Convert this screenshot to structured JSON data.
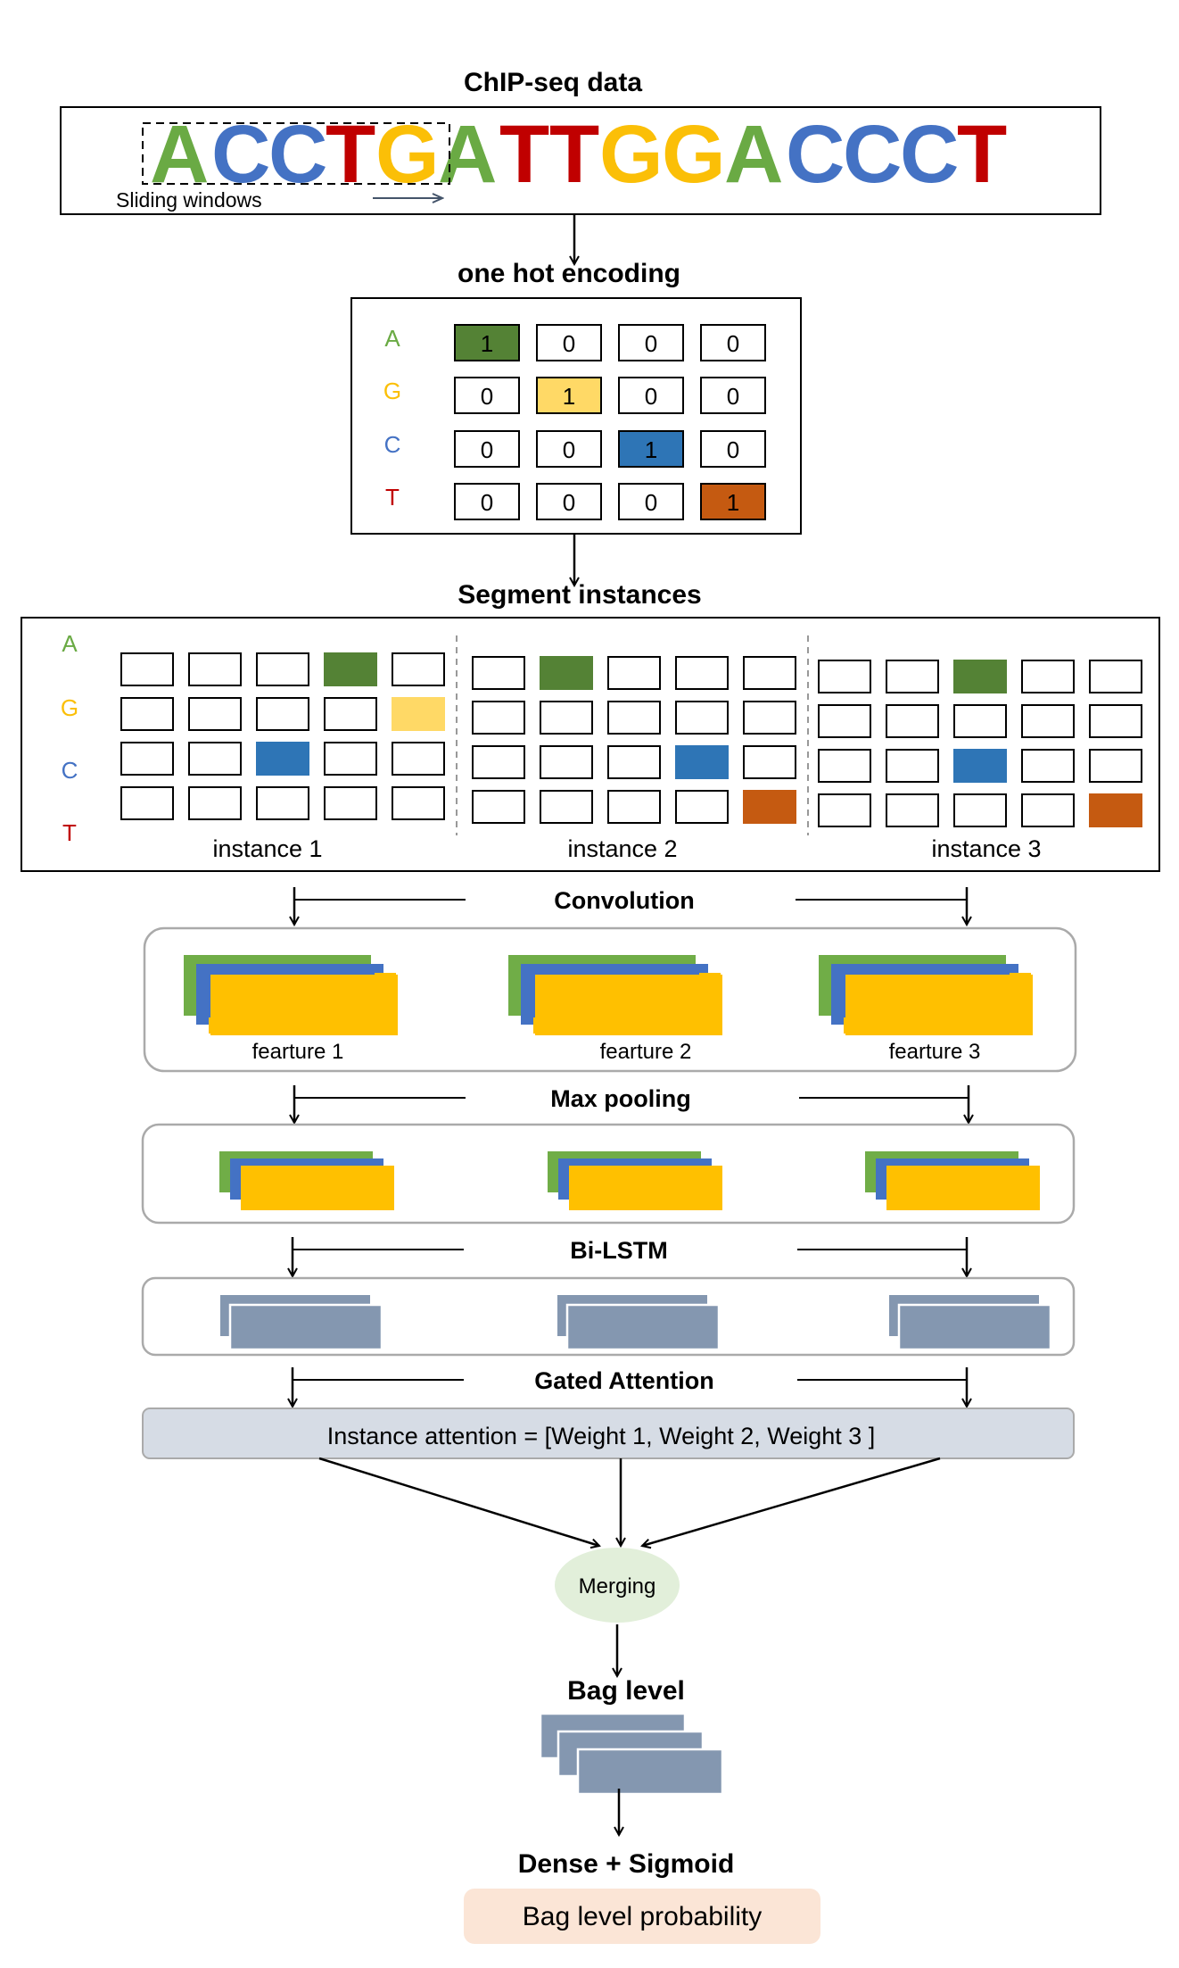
{
  "colors": {
    "A": "#6aaa44",
    "G": "#fbbf07",
    "C": "#4472c4",
    "T": "#c00000",
    "onehot_A": "#548235",
    "onehot_G": "#ffd966",
    "onehot_C": "#2e75b6",
    "onehot_T": "#c55a11",
    "feature_green": "#70ad47",
    "feature_blue": "#4472c4",
    "feature_yellow": "#ffc000",
    "lstm_gray": "#8497b0",
    "attention_bg": "#d6dce5",
    "merge_bg": "#e2efda",
    "prob_bg": "#fbe5d6"
  },
  "chip": {
    "title": "ChIP-seq data",
    "sequence": [
      "A",
      "C",
      "C",
      "T",
      "G",
      "A",
      "T",
      "T",
      "G",
      "G",
      "A",
      "C",
      "C",
      "C",
      "T"
    ],
    "sliding_label": "Sliding windows"
  },
  "onehot": {
    "title": "one hot encoding",
    "bases": [
      "A",
      "G",
      "C",
      "T"
    ],
    "matrix": [
      [
        "1",
        "0",
        "0",
        "0"
      ],
      [
        "0",
        "1",
        "0",
        "0"
      ],
      [
        "0",
        "0",
        "1",
        "0"
      ],
      [
        "0",
        "0",
        "0",
        "1"
      ]
    ]
  },
  "segments": {
    "title": "Segment instances",
    "bases": [
      "A",
      "G",
      "C",
      "T"
    ],
    "instances": [
      {
        "label": "instance 1",
        "active": [
          0,
          3,
          1,
          4,
          2,
          2,
          4,
          3
        ]
      },
      {
        "label": "instance 2",
        "active": [
          0,
          1,
          2,
          3,
          3,
          4
        ]
      },
      {
        "label": "instance 3",
        "active": [
          0,
          2,
          2,
          2,
          3,
          4
        ]
      }
    ]
  },
  "convolution": {
    "title": "Convolution",
    "features": [
      "fearture 1",
      "fearture 2",
      "fearture 3"
    ]
  },
  "maxpool": {
    "title": "Max pooling"
  },
  "bilstm": {
    "title": "Bi-LSTM"
  },
  "attention": {
    "title": "Gated  Attention",
    "text": "Instance attention = [Weight 1, Weight 2, Weight 3 ]"
  },
  "merging": {
    "label": "Merging"
  },
  "bag": {
    "title": "Bag level"
  },
  "dense": {
    "title": "Dense + Sigmoid"
  },
  "output": {
    "label": "Bag level probability"
  }
}
